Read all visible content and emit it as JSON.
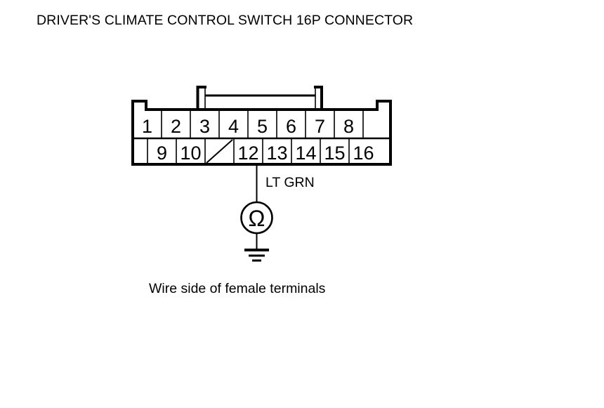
{
  "page": {
    "title": "DRIVER'S CLIMATE CONTROL SWITCH 16P CONNECTOR",
    "caption": "Wire side of female terminals",
    "background_color": "#ffffff",
    "line_color": "#000000"
  },
  "connector": {
    "type": "16P connector",
    "pin_count": 16,
    "top_row": [
      "1",
      "2",
      "3",
      "4",
      "5",
      "6",
      "7",
      "8"
    ],
    "bottom_row": [
      "9",
      "10",
      "",
      "12",
      "13",
      "14",
      "15",
      "16"
    ],
    "unused_pin": "11",
    "unused_pin_marker": "diagonal-slash",
    "latch": "top-center-bracket",
    "view": "wire side of female terminals"
  },
  "wire": {
    "label": "LT GRN",
    "from_pin": "12",
    "color_code": "light green"
  },
  "instrument": {
    "name": "ohmmeter",
    "symbol": "Ω",
    "grounded": true,
    "ground_symbol": "earth-ground"
  }
}
